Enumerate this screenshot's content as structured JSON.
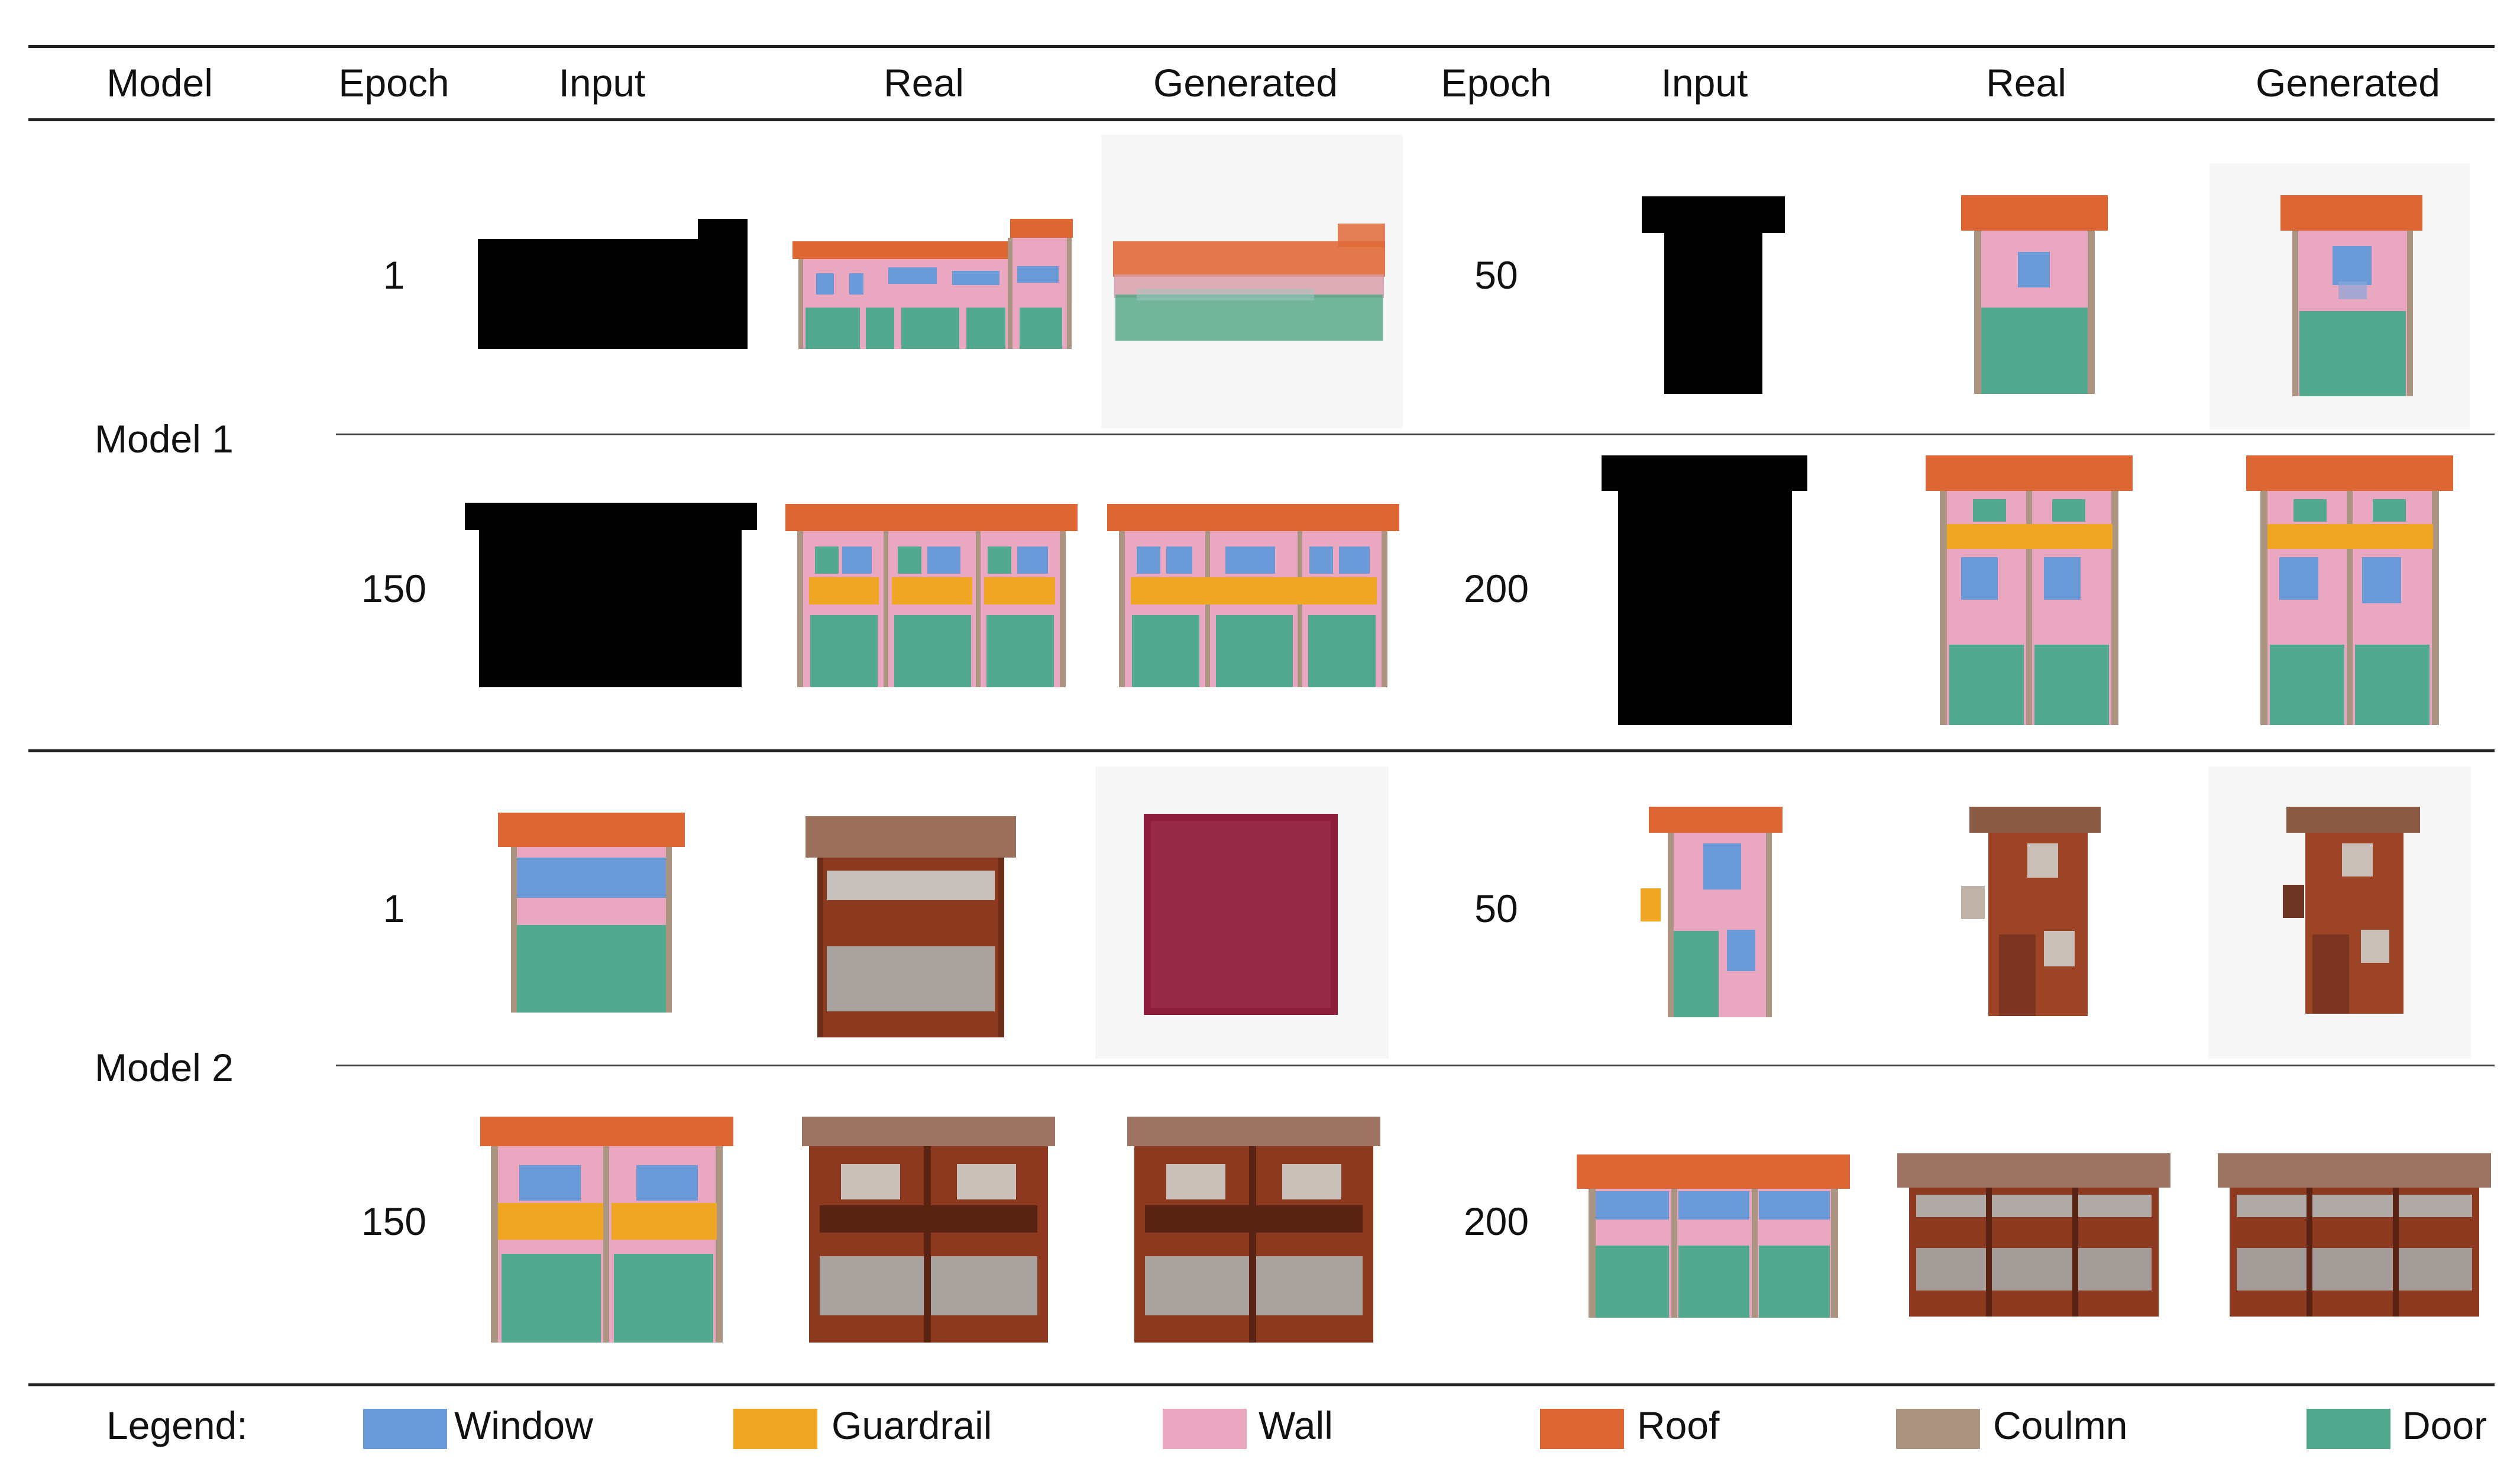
{
  "header": {
    "model": "Model",
    "epoch": "Epoch",
    "input": "Input",
    "real": "Real",
    "generated": "Generated"
  },
  "models": [
    {
      "label": "Model 1",
      "rows": [
        {
          "left_epoch": "1",
          "right_epoch": "50"
        },
        {
          "left_epoch": "150",
          "right_epoch": "200"
        }
      ]
    },
    {
      "label": "Model 2",
      "rows": [
        {
          "left_epoch": "1",
          "right_epoch": "50"
        },
        {
          "left_epoch": "150",
          "right_epoch": "200"
        }
      ]
    }
  ],
  "legend": {
    "title": "Legend:",
    "items": [
      {
        "label": "Window",
        "color": "#6a9ad8"
      },
      {
        "label": "Guardrail",
        "color": "#eea623"
      },
      {
        "label": "Wall",
        "color": "#e9a7c0"
      },
      {
        "label": "Roof",
        "color": "#dc6634"
      },
      {
        "label": "Coulmn",
        "color": "#ab9482"
      },
      {
        "label": "Door",
        "color": "#53a98e"
      }
    ]
  }
}
